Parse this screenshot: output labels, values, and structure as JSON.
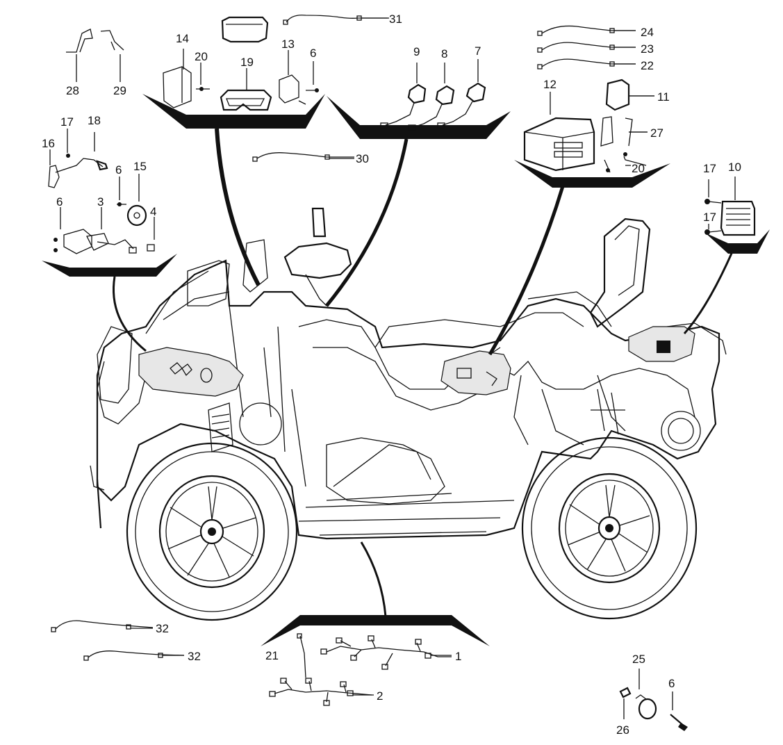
{
  "diagram": {
    "labels": {
      "p1": "1",
      "p2": "2",
      "p3": "3",
      "p4": "4",
      "p6a": "6",
      "p6b": "6",
      "p6c": "6",
      "p6d": "6",
      "p7": "7",
      "p8": "8",
      "p9": "9",
      "p10": "10",
      "p11": "11",
      "p12": "12",
      "p13": "13",
      "p14": "14",
      "p15": "15",
      "p16": "16",
      "p17a": "17",
      "p17b": "17",
      "p17c": "17",
      "p18": "18",
      "p19": "19",
      "p20a": "20",
      "p20b": "20",
      "p21": "21",
      "p22": "22",
      "p23": "23",
      "p24": "24",
      "p25": "25",
      "p26": "26",
      "p27": "27",
      "p28": "28",
      "p29": "29",
      "p30": "30",
      "p31": "31",
      "p32a": "32",
      "p32b": "32"
    }
  }
}
